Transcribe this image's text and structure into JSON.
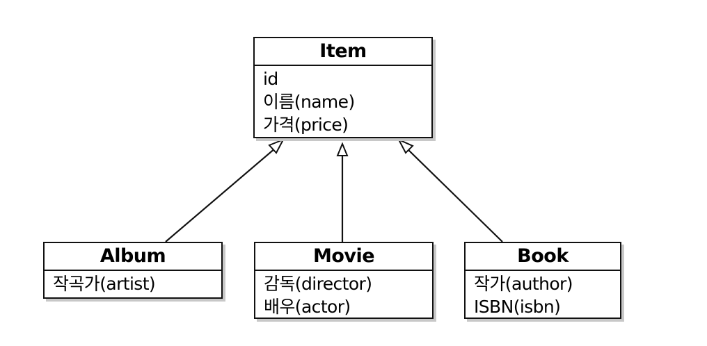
{
  "diagram": {
    "type": "uml-class-inheritance",
    "parent": {
      "name": "Item",
      "attributes": [
        "id",
        "이름(name)",
        "가격(price)"
      ]
    },
    "children": [
      {
        "name": "Album",
        "attributes": [
          "작곡가(artist)"
        ]
      },
      {
        "name": "Movie",
        "attributes": [
          "감독(director)",
          "배우(actor)"
        ]
      },
      {
        "name": "Book",
        "attributes": [
          "작가(author)",
          "ISBN(isbn)"
        ]
      }
    ],
    "relations": [
      {
        "from": "Album",
        "to": "Item",
        "kind": "generalization"
      },
      {
        "from": "Movie",
        "to": "Item",
        "kind": "generalization"
      },
      {
        "from": "Book",
        "to": "Item",
        "kind": "generalization"
      }
    ]
  }
}
